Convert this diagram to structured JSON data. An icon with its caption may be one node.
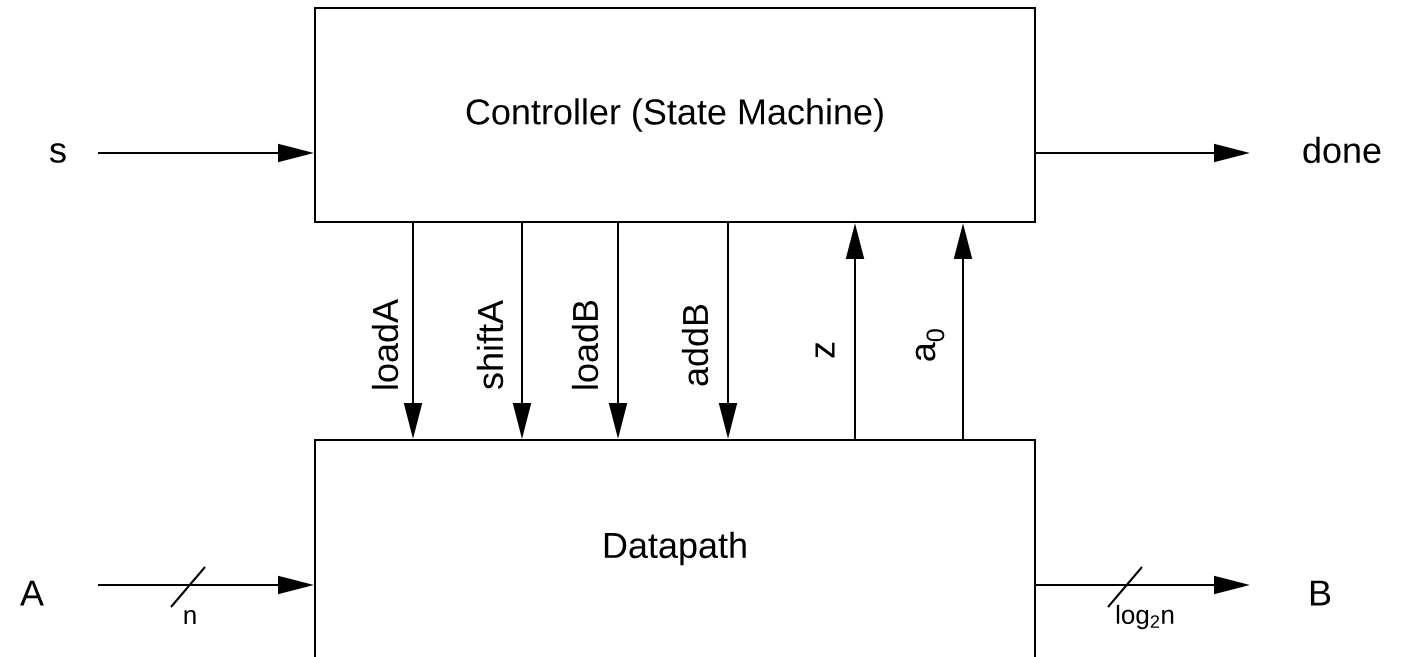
{
  "diagram": {
    "nodes": [
      {
        "text": [
          "Controller (State Machine)"
        ]
      },
      {
        "text": [
          "Datapath"
        ]
      },
      {
        "text": [
          "s"
        ]
      },
      {
        "text": [
          "done"
        ]
      },
      {
        "text": [
          "A"
        ]
      },
      {
        "text": [
          "B"
        ]
      }
    ],
    "edges": [
      {
        "from": 2,
        "to": 0,
        "arrow": "to"
      },
      {
        "from": 0,
        "to": 3,
        "arrow": "to"
      },
      {
        "from": 4,
        "to": 1,
        "arrow": "to",
        "label": "n"
      },
      {
        "from": 1,
        "to": 5,
        "arrow": "to",
        "label": "log$_{2}$n"
      },
      {
        "from": 0,
        "to": 1,
        "arrow": "to",
        "label": "loadA"
      },
      {
        "from": 0,
        "to": 1,
        "arrow": "to",
        "label": "shiftA"
      },
      {
        "from": 0,
        "to": 1,
        "arrow": "to",
        "label": "loadB"
      },
      {
        "from": 0,
        "to": 1,
        "arrow": "to",
        "label": "addB"
      },
      {
        "from": 1,
        "to": 0,
        "arrow": "to",
        "label": "z"
      },
      {
        "from": 1,
        "to": 0,
        "arrow": "to",
        "label": "a$_{0}$"
      }
    ]
  }
}
